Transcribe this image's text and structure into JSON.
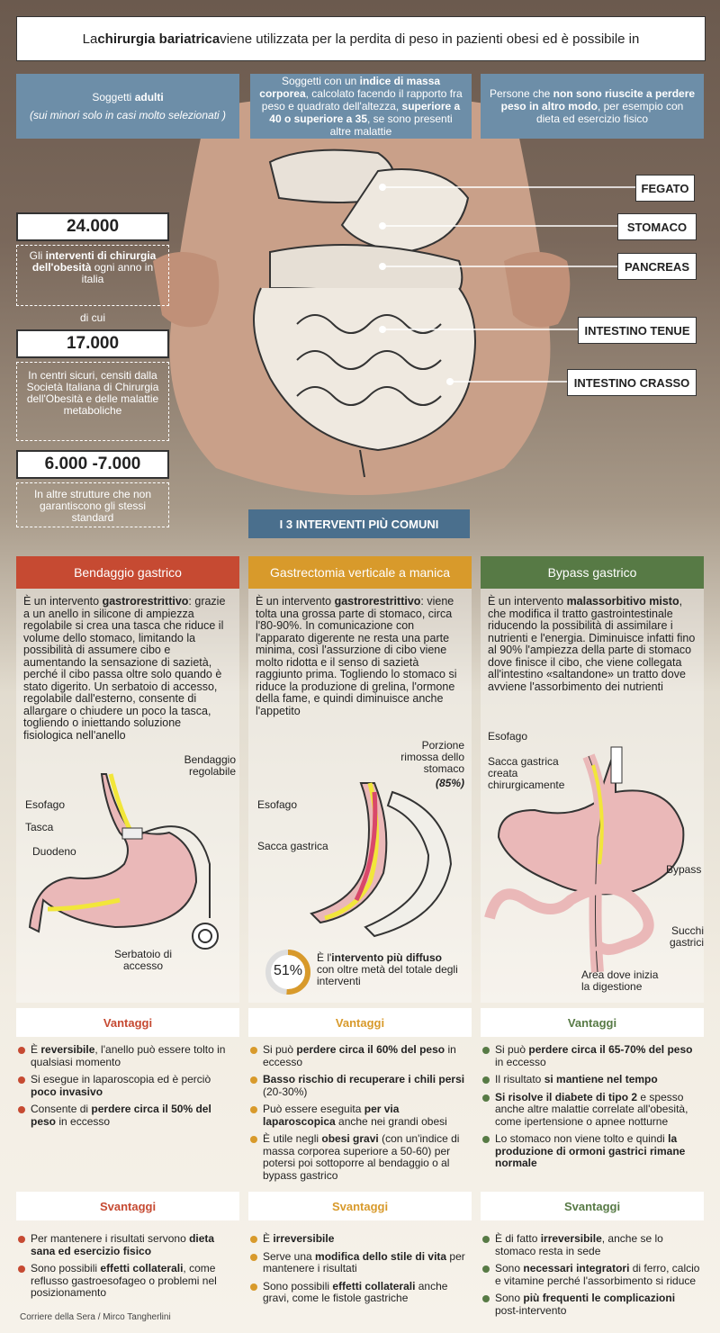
{
  "header": {
    "pre": "La ",
    "bold": "chirurgia bariatrica",
    "post": " viene utilizzata per la perdita di peso in pazienti obesi ed è possibile in"
  },
  "criteria": [
    {
      "t1": "Soggetti ",
      "b1": "adulti",
      "t2": "",
      "b2": "",
      "t3": "",
      "note": "(sui minori solo in casi molto selezionati )"
    },
    {
      "t1": "Soggetti con un ",
      "b1": "indice di massa corporea",
      "t2": ", calcolato facendo il rapporto fra peso e quadrato dell'altezza, ",
      "b2": "superiore a 40 o superiore a 35",
      "t3": ", se sono presenti altre malattie",
      "note": ""
    },
    {
      "t1": "Persone che ",
      "b1": "non sono riuscite a perdere peso in altro modo",
      "t2": ", per esempio con dieta ed esercizio fisico",
      "b2": "",
      "t3": "",
      "note": ""
    }
  ],
  "stats": {
    "n1": "24.000",
    "d1_pre": "Gli ",
    "d1_bold": "interventi di chirurgia dell'obesità",
    "d1_post": " ogni anno in italia",
    "middle": "di cui",
    "n2": "17.000",
    "d2": "In centri sicuri, censiti dalla Società Italiana di Chirurgia dell'Obesità e delle malattie metaboliche",
    "n3": "6.000 -7.000",
    "d3": "In altre strutture che non garantiscono gli stessi standard"
  },
  "organs": [
    "FEGATO",
    "STOMACO",
    "PANCREAS",
    "INTESTINO TENUE",
    "INTESTINO CRASSO"
  ],
  "banner": "I 3 INTERVENTI PIÙ COMUNI",
  "colors": {
    "red": "#c64a32",
    "orange": "#d89a2b",
    "green": "#577a45",
    "blue": "#6d8ea8"
  },
  "procedures": [
    {
      "title": "Bendaggio gastrico",
      "d_pre": "È un intervento ",
      "d_bold": "gastrorestrittivo",
      "d_post": ": grazie a un anello in silicone di ampiezza regolabile si crea una tasca che riduce il volume dello stomaco, limitando la possibilità di assumere cibo e aumentando la sensazione di sazietà, perché il cibo passa oltre solo quando è stato digerito. Un serbatoio di accesso, regolabile dall'esterno, consente di allargare o chiudere un poco la tasca, togliendo o iniettando soluzione fisiologica nell'anello",
      "labels": {
        "band": "Bendaggio regolabile",
        "esofago": "Esofago",
        "tasca": "Tasca",
        "duodeno": "Duodeno",
        "serbatoio": "Serbatoio di accesso"
      },
      "pros_title": "Vantaggi",
      "pros": [
        {
          "a": "È ",
          "b": "reversibile",
          "c": ", l'anello può essere tolto in qualsiasi momento"
        },
        {
          "a": "Si esegue in laparoscopia ed è perciò ",
          "b": "poco invasivo",
          "c": ""
        },
        {
          "a": "Consente di ",
          "b": "perdere circa il 50% del peso",
          "c": " in eccesso"
        }
      ],
      "cons_title": "Svantaggi",
      "cons": [
        {
          "a": "Per mantenere i risultati servono ",
          "b": "dieta sana ed esercizio fisico",
          "c": ""
        },
        {
          "a": "Sono possibili ",
          "b": "effetti collaterali",
          "c": ", come reflusso gastroesofageo o problemi nel posizionamento"
        }
      ]
    },
    {
      "title": "Gastrectomia verticale a manica",
      "d_pre": "È un intervento ",
      "d_bold": "gastrorestrittivo",
      "d_post": ": viene tolta una grossa parte di stomaco, circa l'80-90%. In comunicazione con l'apparato digerente ne resta una parte minima, così l'assurzione di cibo viene molto ridotta e il senso di sazietà raggiunto prima. Togliendo lo stomaco si riduce la produzione di grelina, l'ormone della fame, e quindi diminuisce anche l'appetito",
      "labels": {
        "porzione": "Porzione rimossa dello stomaco",
        "porzione_pct": "(85%)",
        "esofago": "Esofago",
        "sacca": "Sacca gastrica"
      },
      "stat": {
        "pct": "51%",
        "value": 0.51,
        "a": "È l'",
        "b": "intervento più diffuso",
        "c": " con oltre metà del totale degli interventi"
      },
      "pros_title": "Vantaggi",
      "pros": [
        {
          "a": "Si può ",
          "b": "perdere circa il 60% del peso",
          "c": " in eccesso"
        },
        {
          "a": "",
          "b": "Basso rischio di recuperare i chili persi",
          "c": " (20-30%)"
        },
        {
          "a": "Può essere eseguita ",
          "b": "per via laparoscopica",
          "c": " anche nei grandi obesi"
        },
        {
          "a": "È utile negli ",
          "b": "obesi gravi",
          "c": " (con un'indice di massa corporea superiore a 50-60) per potersi poi sottoporre al bendaggio o al bypass gastrico"
        }
      ],
      "cons_title": "Svantaggi",
      "cons": [
        {
          "a": "È ",
          "b": "irreversibile",
          "c": ""
        },
        {
          "a": "Serve una ",
          "b": "modifica dello stile di vita",
          "c": " per mantenere i risultati"
        },
        {
          "a": "Sono possibili ",
          "b": "effetti collaterali",
          "c": " anche gravi, come le fistole gastriche"
        }
      ]
    },
    {
      "title": "Bypass gastrico",
      "d_pre": "È un intervento ",
      "d_bold": "malassorbitivo misto",
      "d_post": ", che modifica il tratto gastrointestinale riducendo la possibilità di assimilare i nutrienti e l'energia. Diminuisce infatti fino al 90% l'ampiezza della parte di stomaco dove finisce il cibo, che viene collegata all'intestino «saltandone» un tratto dove avviene l'assorbimento dei nutrienti",
      "labels": {
        "esofago": "Esofago",
        "sacca": "Sacca gastrica creata chirurgicamente",
        "bypass": "Bypass",
        "succhi": "Succhi gastrici",
        "area": "Area dove inizia la digestione"
      },
      "pros_title": "Vantaggi",
      "pros": [
        {
          "a": "Si può ",
          "b": "perdere circa il 65-70% del peso",
          "c": " in eccesso"
        },
        {
          "a": "Il risultato ",
          "b": "si mantiene nel tempo",
          "c": ""
        },
        {
          "a": "",
          "b": "Si risolve il diabete di tipo 2",
          "c": " e spesso anche altre malattie correlate all'obesità, come ipertensione o apnee notturne"
        },
        {
          "a": "Lo stomaco non viene tolto e quindi ",
          "b": "la produzione di ormoni gastrici rimane normale",
          "c": ""
        }
      ],
      "cons_title": "Svantaggi",
      "cons": [
        {
          "a": "È di fatto ",
          "b": "irreversibile",
          "c": ", anche se lo stomaco resta in sede"
        },
        {
          "a": "Sono ",
          "b": "necessari integratori",
          "c": " di ferro, calcio e vitamine perché l'assorbimento si riduce"
        },
        {
          "a": "Sono ",
          "b": "più frequenti le complicazioni",
          "c": " post-intervento"
        }
      ]
    }
  ],
  "credit": "Corriere della Sera / Mirco Tangherlini"
}
